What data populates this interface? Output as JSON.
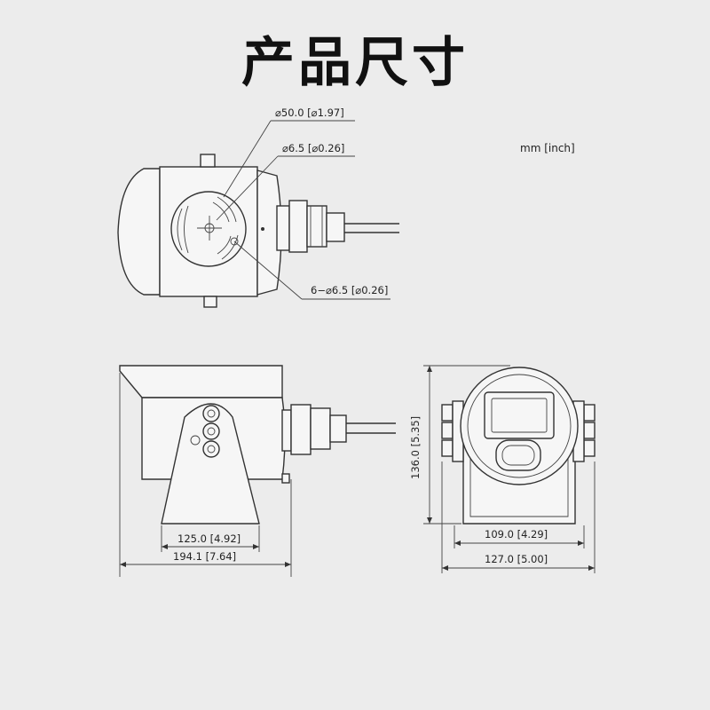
{
  "title": "产品尺寸",
  "units": "mm [inch]",
  "dimensions": {
    "diameter_window": "⌀50.0 [⌀1.97]",
    "diameter_hole": "⌀6.5 [⌀0.26]",
    "mount_holes": "6−⌀6.5 [⌀0.26]",
    "base_width_side": "125.0 [4.92]",
    "overall_length": "194.1 [7.64]",
    "height": "136.0 [5.35]",
    "base_width_front": "109.0 [4.29]",
    "overall_width": "127.0 [5.00]"
  }
}
